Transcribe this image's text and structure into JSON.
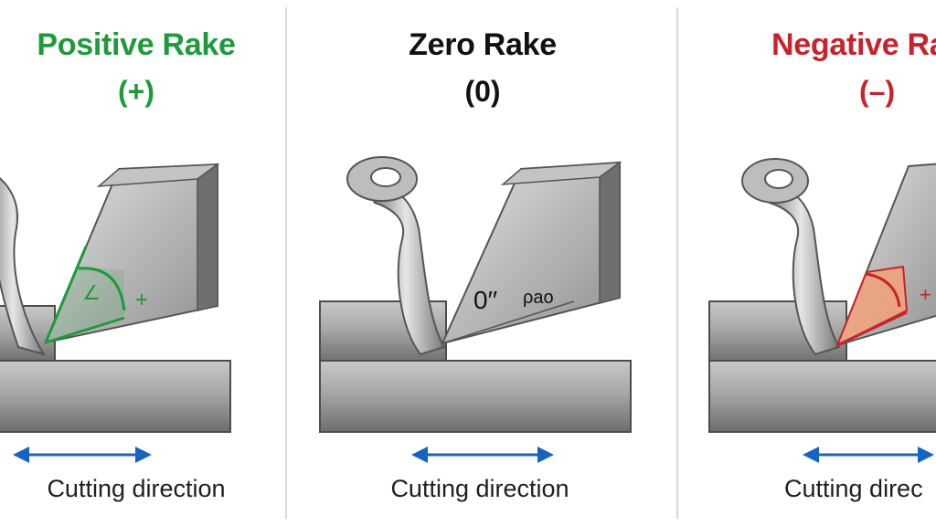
{
  "panels": [
    {
      "id": "positive",
      "title": "Positive Rake",
      "sign": "(+)",
      "caption": "Cutting direction",
      "color": "#1f9a3a",
      "angle_marks": [
        "∠",
        "+"
      ]
    },
    {
      "id": "zero",
      "title": "Zero Rake",
      "sign": "(0)",
      "caption": "Cutting direction",
      "color": "#111111",
      "angle_marks": [
        "0′′",
        "ρao"
      ]
    },
    {
      "id": "negative",
      "title": "Negative Ra",
      "sign": "(–)",
      "caption": "Cutting direc",
      "color": "#c8232c",
      "angle_marks": [
        "",
        "+"
      ]
    }
  ],
  "colors": {
    "arrow": "#1565c0",
    "metal_light": "#d4d4d4",
    "metal_mid": "#9a9a9a",
    "metal_dark": "#555555"
  },
  "icons": {
    "arrow": "double-headed-arrow",
    "chip": "curled-metal-chip",
    "tool": "cutting-tool-wedge",
    "workpiece": "metal-workpiece"
  }
}
